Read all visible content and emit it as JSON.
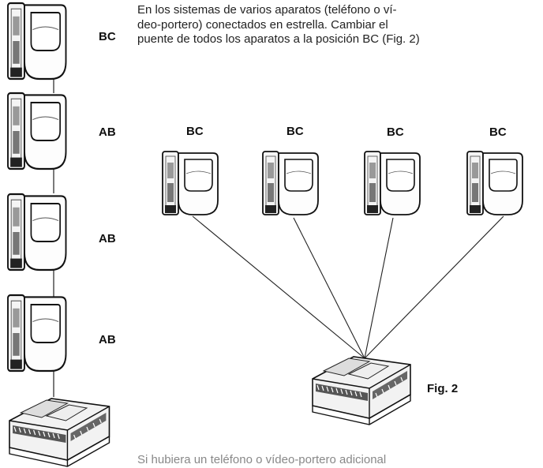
{
  "page": {
    "paragraph_lines": [
      "En los sistemas de varios aparatos (teléfono o ví-",
      "deo-portero) conectados en estrella. Cambiar el",
      "puente de todos los aparatos a la posición BC (Fig. 2)"
    ],
    "footer_text": "Si hubiera un teléfono o vídeo-portero adicional"
  },
  "left_column": {
    "labels": [
      "BC",
      "AB",
      "AB",
      "AB"
    ]
  },
  "star_diagram": {
    "labels": [
      "BC",
      "BC",
      "BC",
      "BC"
    ],
    "figure_label": "Fig. 2"
  }
}
